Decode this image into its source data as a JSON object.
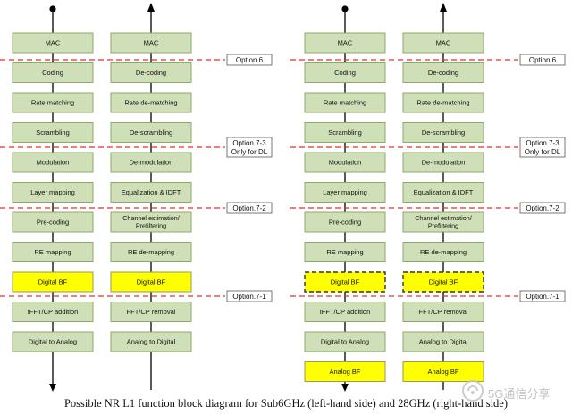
{
  "diagrams": [
    {
      "name": "sub6ghz",
      "tx_chain": [
        "MAC",
        "Coding",
        "Rate matching",
        "Scrambling",
        "Modulation",
        "Layer mapping",
        "Pre-coding",
        "RE mapping",
        "Digital BF",
        "IFFT/CP addition",
        "Digital to Analog"
      ],
      "rx_chain": [
        "MAC",
        "De-coding",
        "Rate de-matching",
        "De-scrambling",
        "De-modulation",
        "Equalization & IDFT",
        "Channel estimation/\nPrefiltering",
        "RE de-mapping",
        "Digital BF",
        "FFT/CP removal",
        "Analog to Digital"
      ],
      "highlight_blocks": [
        "Digital BF"
      ],
      "digital_bf_border": "solid"
    },
    {
      "name": "28ghz",
      "tx_chain": [
        "MAC",
        "Coding",
        "Rate matching",
        "Scrambling",
        "Modulation",
        "Layer mapping",
        "Pre-coding",
        "RE mapping",
        "Digital BF",
        "IFFT/CP addition",
        "Digital to Analog",
        "Analog BF"
      ],
      "rx_chain": [
        "MAC",
        "De-coding",
        "Rate de-matching",
        "De-scrambling",
        "De-modulation",
        "Equalization & IDFT",
        "Channel estimation/\nPrefiltering",
        "RE de-mapping",
        "Digital BF",
        "FFT/CP removal",
        "Analog to Digital",
        "Analog BF"
      ],
      "highlight_blocks": [
        "Digital BF",
        "Analog BF"
      ],
      "digital_bf_border": "dashed"
    }
  ],
  "split_options": [
    {
      "label": "Option.6"
    },
    {
      "label": "Option.7-3\nOnly for DL"
    },
    {
      "label": "Option.7-2"
    },
    {
      "label": "Option.7-1"
    }
  ],
  "caption": "Possible NR L1 function block diagram for Sub6GHz (left-hand side) and 28GHz (right-hand side)",
  "watermark_text": "5G通信分享",
  "colors": {
    "block_fill": "#cfdfb7",
    "block_border": "#8da86b",
    "highlight_fill": "#ffff00",
    "split_line": "#e0312b",
    "option_border": "#555555",
    "line": "#000000"
  }
}
